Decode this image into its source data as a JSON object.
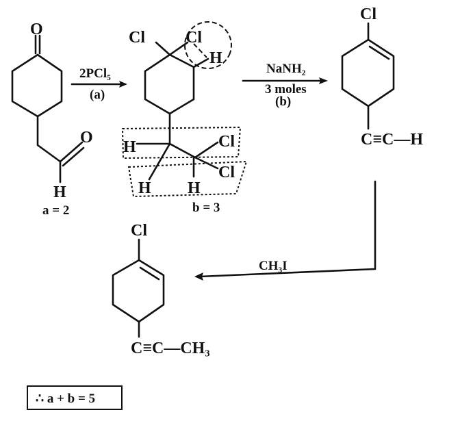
{
  "reactant": {
    "atom_o_ketone": "O",
    "atom_o_aldehyde": "O",
    "atom_h": "H",
    "count_label": "a = 2"
  },
  "step_a": {
    "reagent": "2PCl₅",
    "label": "(a)"
  },
  "intermediate": {
    "cl_1": "Cl",
    "cl_2": "Cl",
    "h_ring": "H",
    "h_left": "H",
    "cl_3": "Cl",
    "cl_4": "Cl",
    "h_bottom_1": "H",
    "h_bottom_2": "H",
    "count_label": "b = 3"
  },
  "step_b": {
    "reagent": "NaNH₂",
    "amount": "3 moles",
    "label": "(b)"
  },
  "alkyne": {
    "cl": "Cl",
    "side_chain": "C≡C—H"
  },
  "step_c": {
    "reagent": "CH₃I"
  },
  "product": {
    "cl": "Cl",
    "side_chain": "C≡C—CH₃"
  },
  "conclusion": "∴ a + b = 5"
}
